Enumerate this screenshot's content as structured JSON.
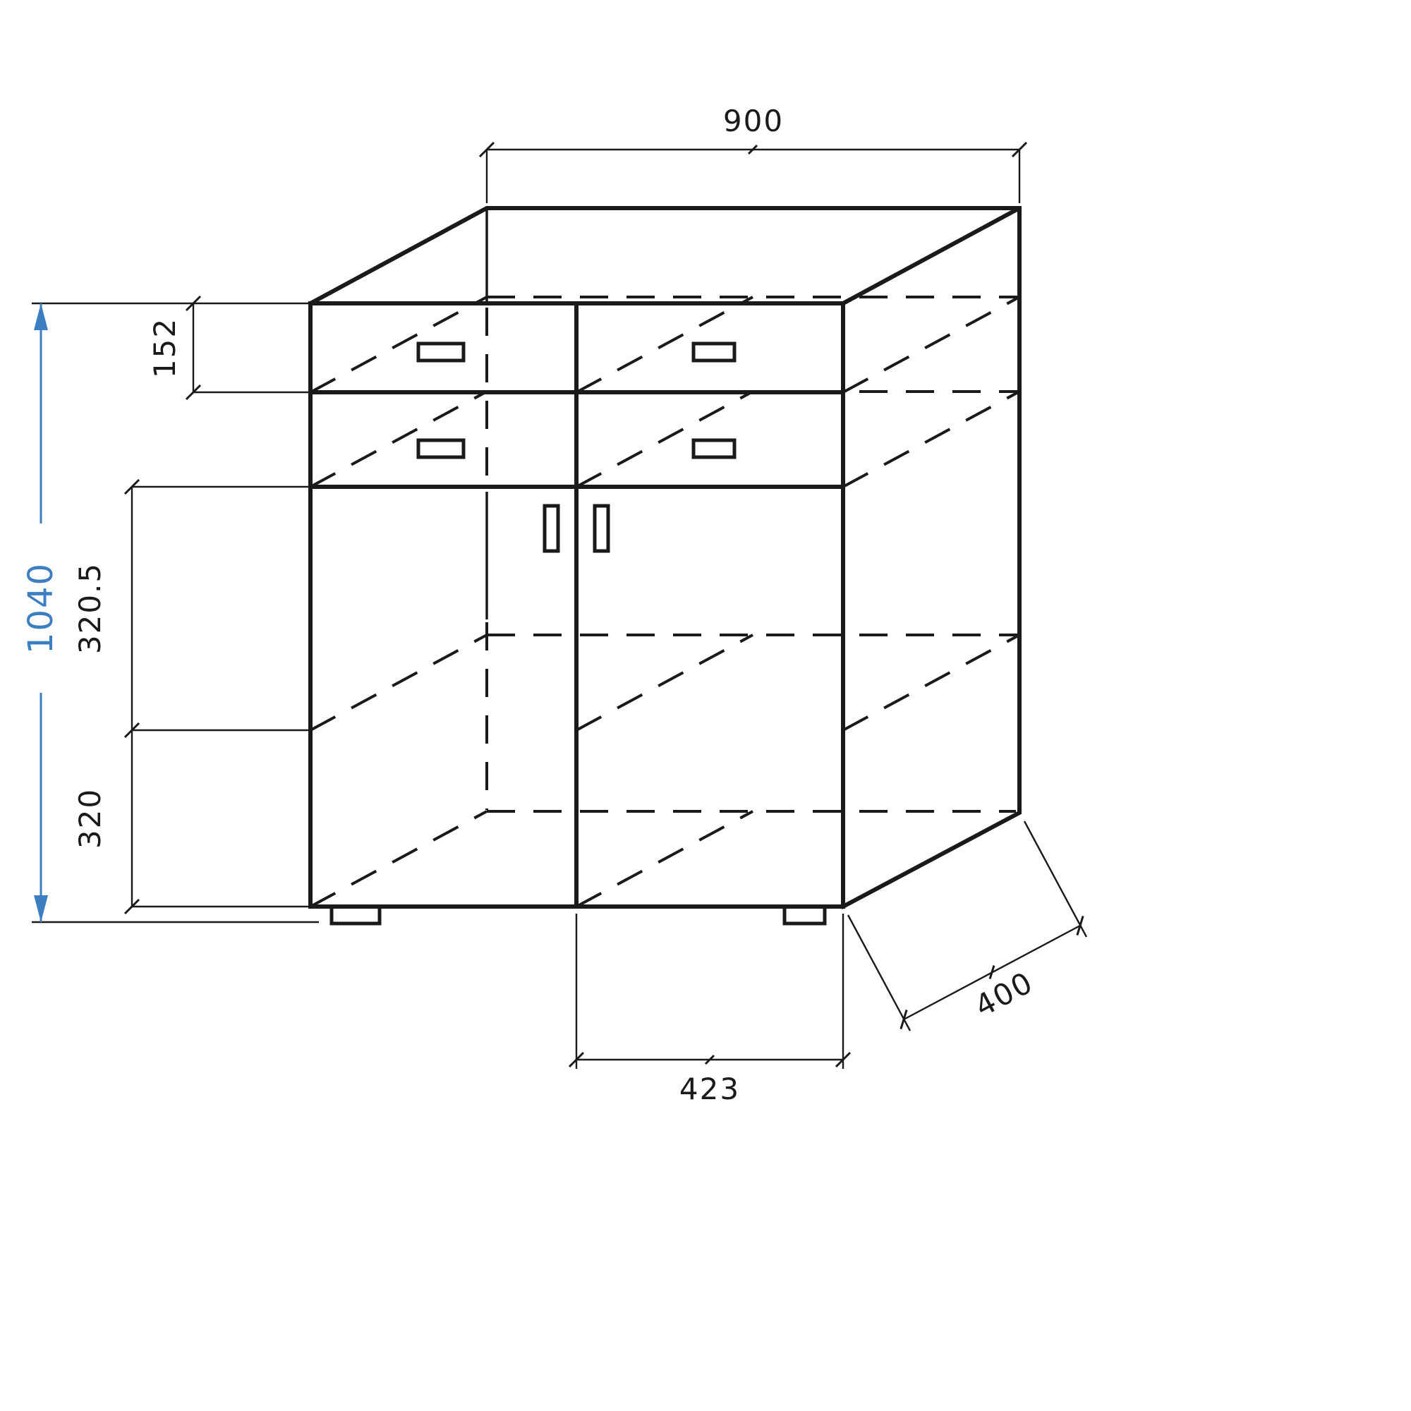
{
  "drawing": {
    "colors": {
      "line": "#1a1a1a",
      "accent": "#3b7ec2",
      "background": "#ffffff"
    },
    "dimensions": {
      "top_width": "900",
      "drawer_front_height": "152",
      "overall_height": "1040",
      "upper_compartment_height": "320.5",
      "lower_compartment_height": "320",
      "door_width": "423",
      "depth": "400"
    }
  }
}
